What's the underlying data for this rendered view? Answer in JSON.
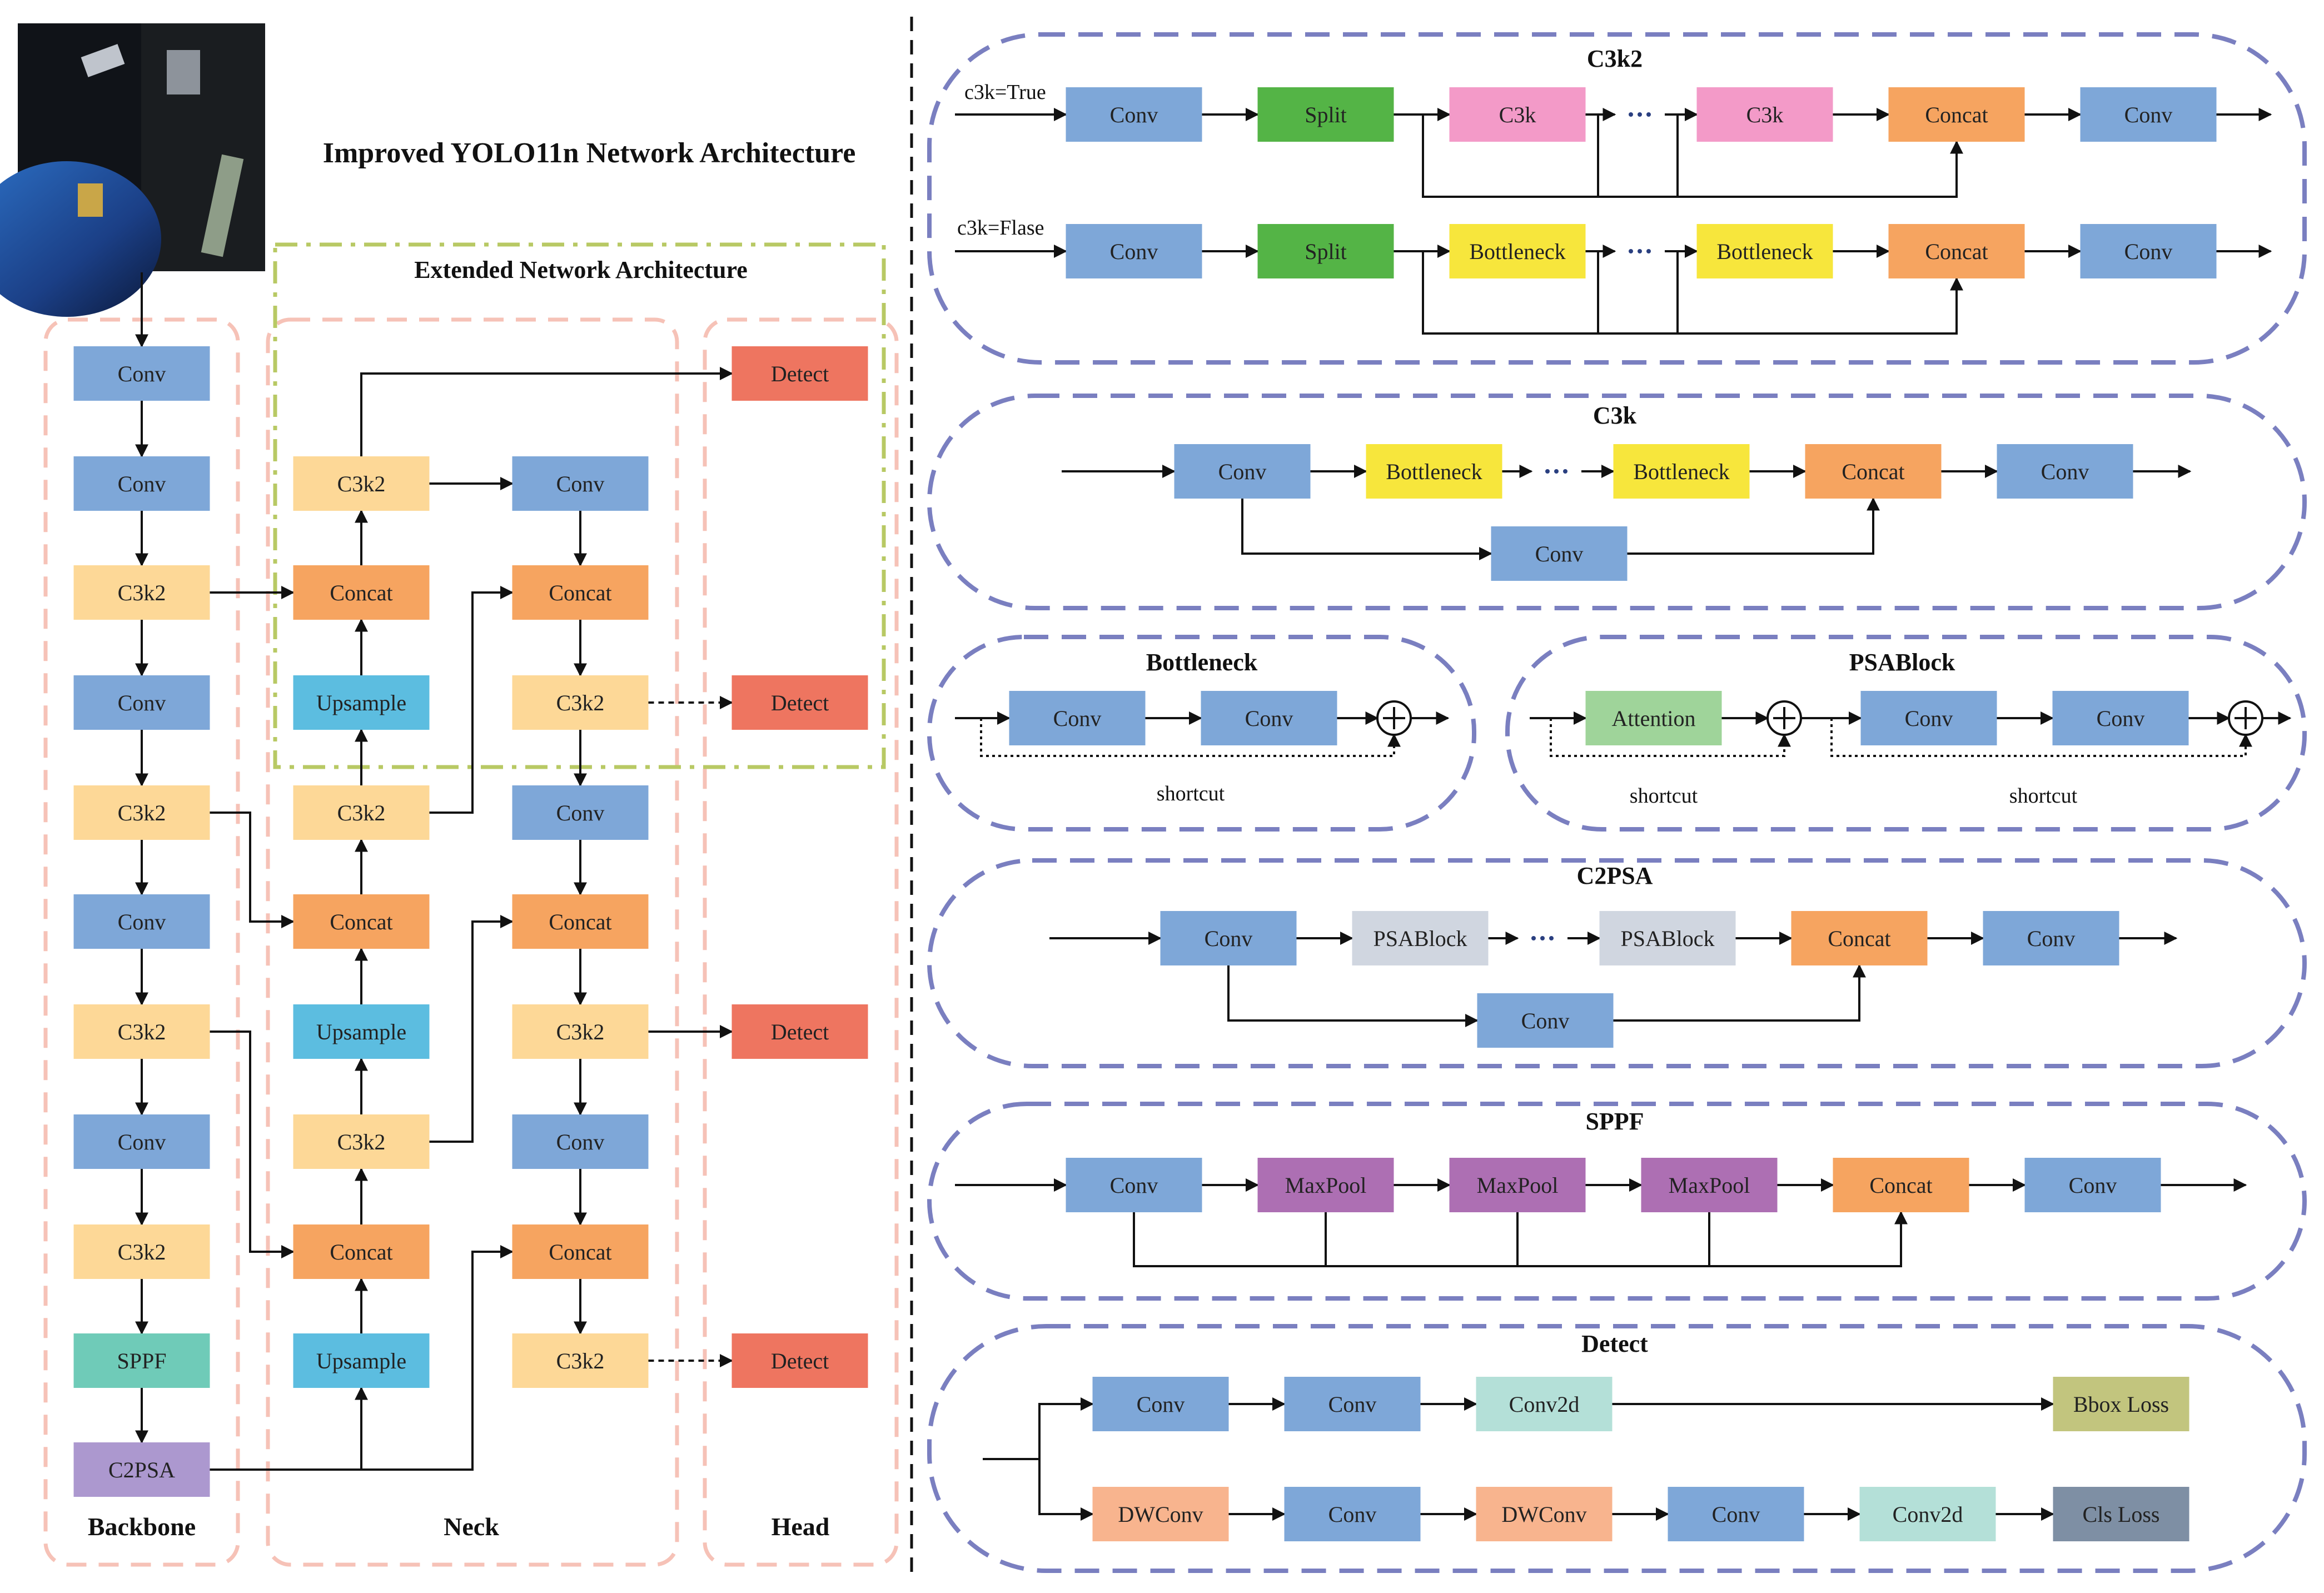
{
  "title": "Improved YOLO11n Network Architecture",
  "extended_title": "Extended Network Architecture",
  "colors": {
    "conv": "#7ea7d8",
    "c3k2": "#fdd897",
    "concat": "#f6a460",
    "upsample": "#5cbde0",
    "detect": "#ee7560",
    "sppf": "#6fcbb8",
    "c2psa": "#ac98cf",
    "split": "#54b446",
    "c3k": "#f39ac8",
    "bottleneck": "#f7e63c",
    "attention": "#9fd49a",
    "psablock": "#d0d6e0",
    "maxpool": "#ad6fb3",
    "conv2d": "#b4e0d8",
    "dwconv": "#f8b48e",
    "bboxloss": "#c2c57e",
    "clsloss": "#7e8fa4",
    "group_pink": "#f6c2b7",
    "group_green": "#b8c964",
    "module_border": "#7a7fc0"
  },
  "left": {
    "backbone_label": "Backbone",
    "neck_label": "Neck",
    "head_label": "Head",
    "backbone": [
      "Conv",
      "Conv",
      "C3k2",
      "Conv",
      "C3k2",
      "Conv",
      "C3k2",
      "Conv",
      "C3k2",
      "SPPF",
      "C2PSA"
    ],
    "neck_col1": [
      "C3k2",
      "Concat",
      "Upsample",
      "C3k2",
      "Concat",
      "Upsample",
      "C3k2",
      "Concat",
      "Upsample"
    ],
    "neck_col2": [
      "Conv",
      "Concat",
      "C3k2",
      "Conv",
      "Concat",
      "C3k2",
      "Conv",
      "Concat",
      "C3k2"
    ],
    "head": [
      "Detect",
      "Detect",
      "Detect",
      "Detect"
    ]
  },
  "c3k2": {
    "title": "C3k2",
    "row1_label": "c3k=True",
    "row2_label": "c3k=Flase",
    "row1": [
      "Conv",
      "Split",
      "C3k",
      "C3k",
      "Concat",
      "Conv"
    ],
    "row2": [
      "Conv",
      "Split",
      "Bottleneck",
      "Bottleneck",
      "Concat",
      "Conv"
    ],
    "ellipsis": "···"
  },
  "c3k": {
    "title": "C3k",
    "main": [
      "Conv",
      "Bottleneck",
      "Bottleneck",
      "Concat",
      "Conv"
    ],
    "branch": "Conv",
    "ellipsis": "···"
  },
  "bottleneck": {
    "title": "Bottleneck",
    "blocks": [
      "Conv",
      "Conv"
    ],
    "shortcut": "shortcut"
  },
  "psablock": {
    "title": "PSABlock",
    "blocks": [
      "Attention",
      "Conv",
      "Conv"
    ],
    "shortcut1": "shortcut",
    "shortcut2": "shortcut"
  },
  "c2psa": {
    "title": "C2PSA",
    "main": [
      "Conv",
      "PSABlock",
      "PSABlock",
      "Concat",
      "Conv"
    ],
    "branch": "Conv",
    "ellipsis": "···"
  },
  "sppf": {
    "title": "SPPF",
    "main": [
      "Conv",
      "MaxPool",
      "MaxPool",
      "MaxPool",
      "Concat",
      "Conv"
    ]
  },
  "detect": {
    "title": "Detect",
    "row1": [
      "Conv",
      "Conv",
      "Conv2d",
      "Bbox Loss"
    ],
    "row2": [
      "DWConv",
      "Conv",
      "DWConv",
      "Conv",
      "Conv2d",
      "Cls Loss"
    ]
  }
}
